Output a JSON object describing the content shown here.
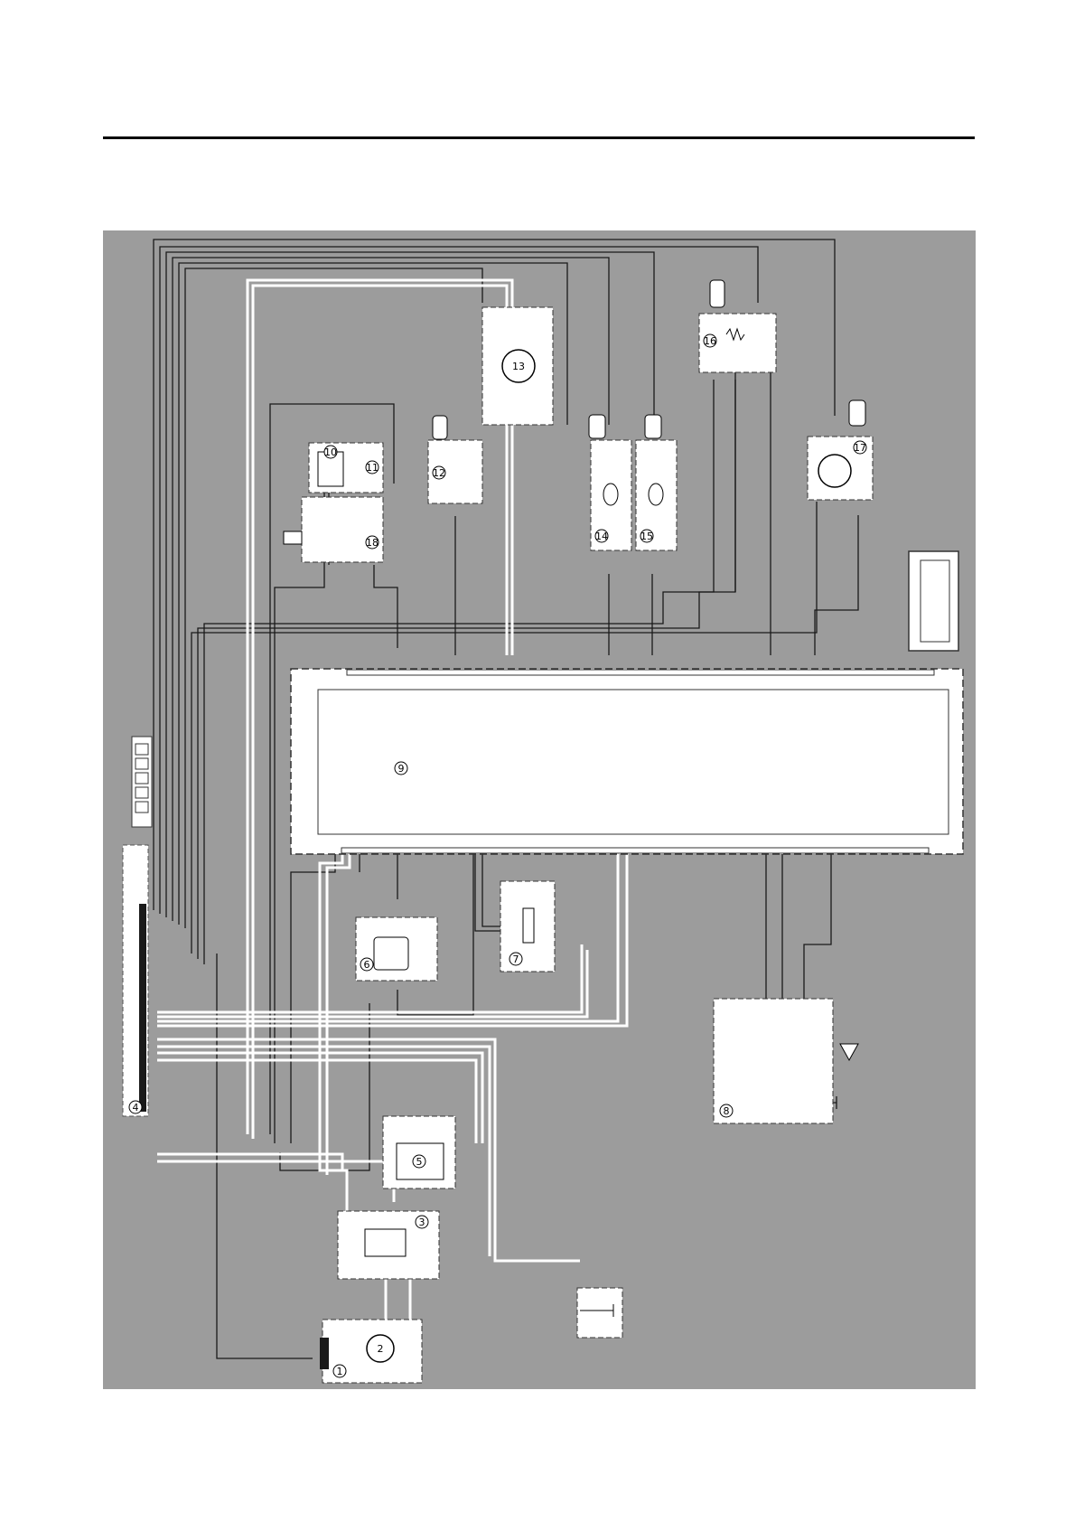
{
  "colors": {
    "panel_background": "#9c9c9c",
    "wire_thin": "#1a1a1a",
    "wire_thick": "#ffffff",
    "component_fill": "#ffffff",
    "header_rule": "#000000"
  },
  "components": [
    {
      "number": "1",
      "icon": "sensor-coil-icon"
    },
    {
      "number": "2",
      "icon": "round-sensor-icon"
    },
    {
      "number": "3",
      "icon": "module-icon"
    },
    {
      "number": "4",
      "icon": "multi-pin-connector-icon"
    },
    {
      "number": "5",
      "icon": "module-icon"
    },
    {
      "number": "6",
      "icon": "cylinder-component-icon"
    },
    {
      "number": "7",
      "icon": "switch-icon"
    },
    {
      "number": "8",
      "icon": "switch-bank-icon"
    },
    {
      "number": "9",
      "icon": "control-unit-icon"
    },
    {
      "number": "10",
      "icon": "relay-coil-icon"
    },
    {
      "number": "11",
      "icon": "relay-contact-icon"
    },
    {
      "number": "12",
      "icon": "sensor-coil-icon"
    },
    {
      "number": "13",
      "icon": "motor-icon"
    },
    {
      "number": "14",
      "icon": "resistor-icon"
    },
    {
      "number": "15",
      "icon": "resistor-icon"
    },
    {
      "number": "16",
      "icon": "variable-resistor-icon"
    },
    {
      "number": "17",
      "icon": "pump-icon"
    },
    {
      "number": "18",
      "icon": "connector-icon"
    }
  ]
}
